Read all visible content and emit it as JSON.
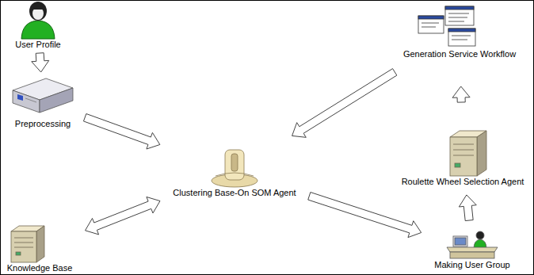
{
  "diagram": {
    "nodes": [
      {
        "text": [
          "User Profile"
        ]
      },
      {
        "text": [
          "Preprocessing"
        ]
      },
      {
        "text": [
          "Clustering Base-On SOM Agent"
        ]
      },
      {
        "text": [
          "Knowledge Base"
        ]
      },
      {
        "text": [
          "Making User Group"
        ]
      },
      {
        "text": [
          "Roulette Wheel Selection Agent"
        ]
      },
      {
        "text": [
          "Generation Service Workflow"
        ]
      }
    ],
    "edges": [
      {
        "from": 0,
        "to": 1,
        "arrow": "to"
      },
      {
        "from": 1,
        "to": 2,
        "arrow": "to"
      },
      {
        "from": 3,
        "to": 2,
        "arrow": "both"
      },
      {
        "from": 2,
        "to": 4,
        "arrow": "to"
      },
      {
        "from": 4,
        "to": 5,
        "arrow": "to"
      },
      {
        "from": 5,
        "to": 6,
        "arrow": "to"
      },
      {
        "from": 6,
        "to": 2,
        "arrow": "to"
      }
    ]
  }
}
